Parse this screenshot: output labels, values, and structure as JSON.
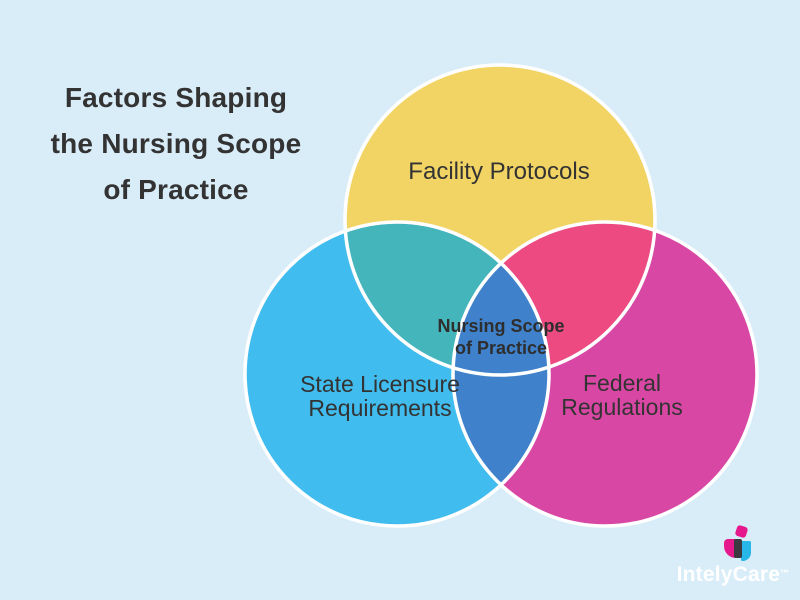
{
  "background_color": "#D9EDF9",
  "title": {
    "text": "Factors Shaping\nthe Nursing Scope\nof Practice",
    "color": "#333333"
  },
  "venn": {
    "circles": [
      {
        "label": "Facility Protocols",
        "color": "#F2D465"
      },
      {
        "label": "State Licensure\nRequirements",
        "color": "#41BCEE"
      },
      {
        "label": "Federal\nRegulations",
        "color": "#D847A3"
      }
    ],
    "overlap_colors": {
      "facility_state": "#45B5BC",
      "facility_federal": "#EC4A80",
      "state_federal": "#3F81CB"
    },
    "center_label": {
      "text": "Nursing Scope\nof Practice",
      "color": "#2E2E2E"
    },
    "outline_color": "#FFFFFF",
    "label_color": "#333333"
  },
  "logo": {
    "text": "IntelyCare",
    "trademark": "™",
    "text_color": "#FFFFFF",
    "mark_colors": {
      "magenta": "#E5198C",
      "dark": "#3A3A40",
      "cyan": "#29B7EA"
    }
  }
}
